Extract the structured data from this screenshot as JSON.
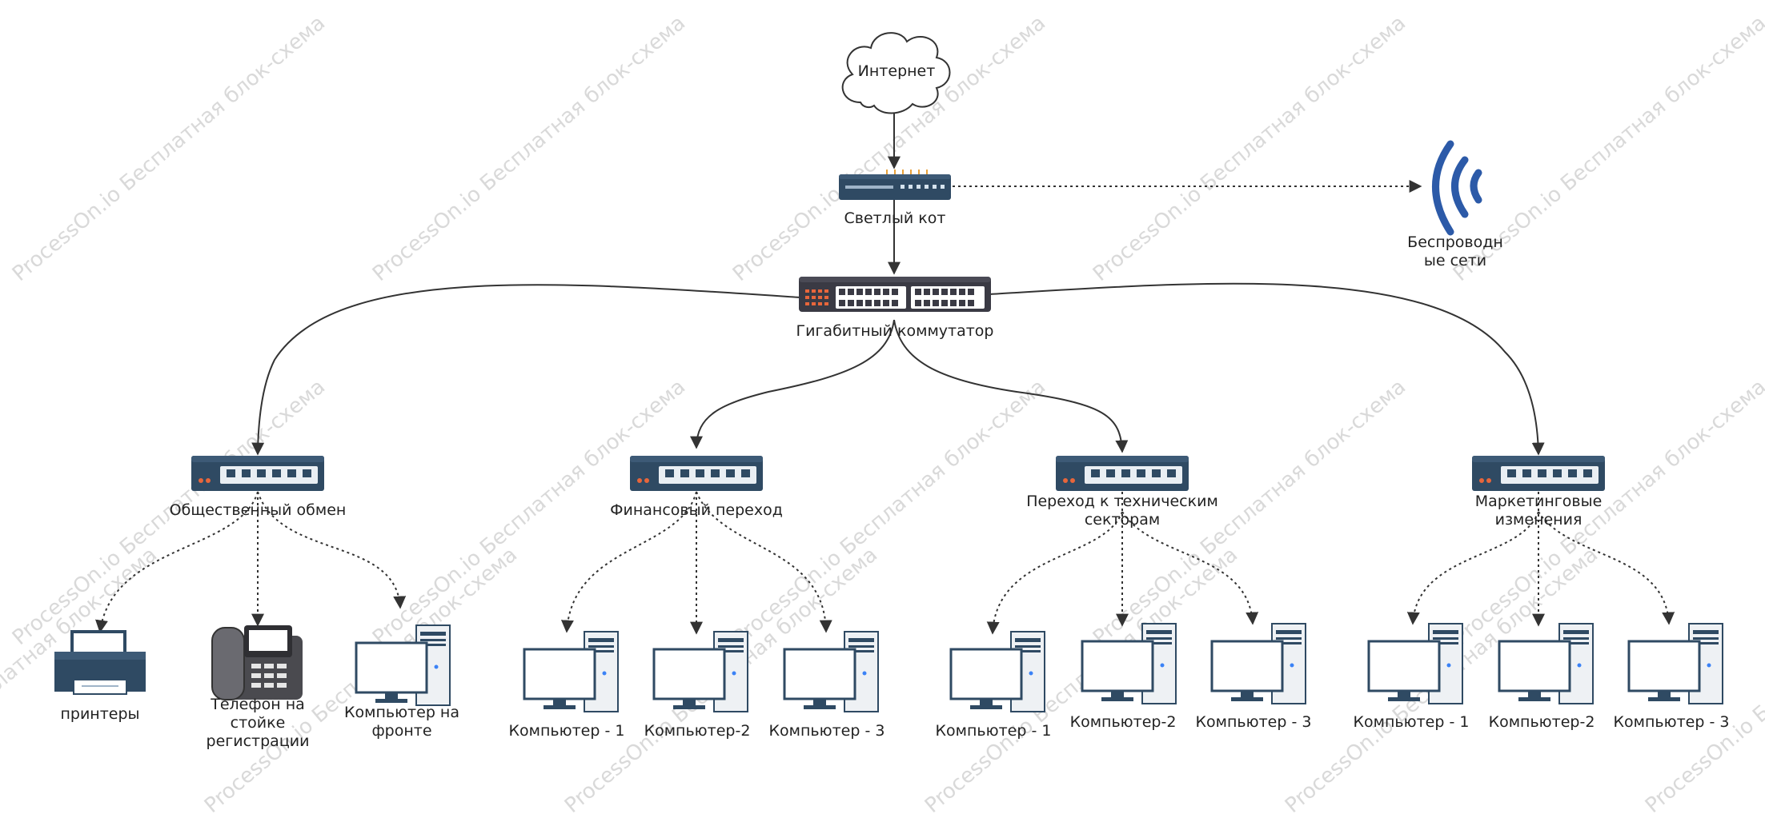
{
  "watermark": "ProcessOn.io Бесплатная блок-схема",
  "nodes": {
    "internet": "Интернет",
    "router": "Светлый кот",
    "wireless": "Беспроводн ые сети",
    "core_switch": "Гигабитный коммутатор",
    "switch_public": "Общественный обмен",
    "switch_finance": "Финансовый переход",
    "switch_tech": "Переход к техническим секторам",
    "switch_marketing": "Маркетинговые изменения"
  },
  "devices": {
    "public": [
      "принтеры",
      "Телефон на стойке регистрации",
      "Компьютер на фронте"
    ],
    "finance": [
      "Компьютер - 1",
      "Компьютер-2",
      "Компьютер - 3"
    ],
    "tech": [
      "Компьютер - 1",
      "Компьютер-2",
      "Компьютер - 3"
    ],
    "marketing": [
      "Компьютер - 1",
      "Компьютер-2",
      "Компьютер - 3"
    ]
  },
  "colors": {
    "switch_body": "#2f4a63",
    "port_panel": "#e9eef3",
    "led_orange": "#e8663b",
    "wifi_blue": "#2c5aa8",
    "line": "#333333"
  }
}
